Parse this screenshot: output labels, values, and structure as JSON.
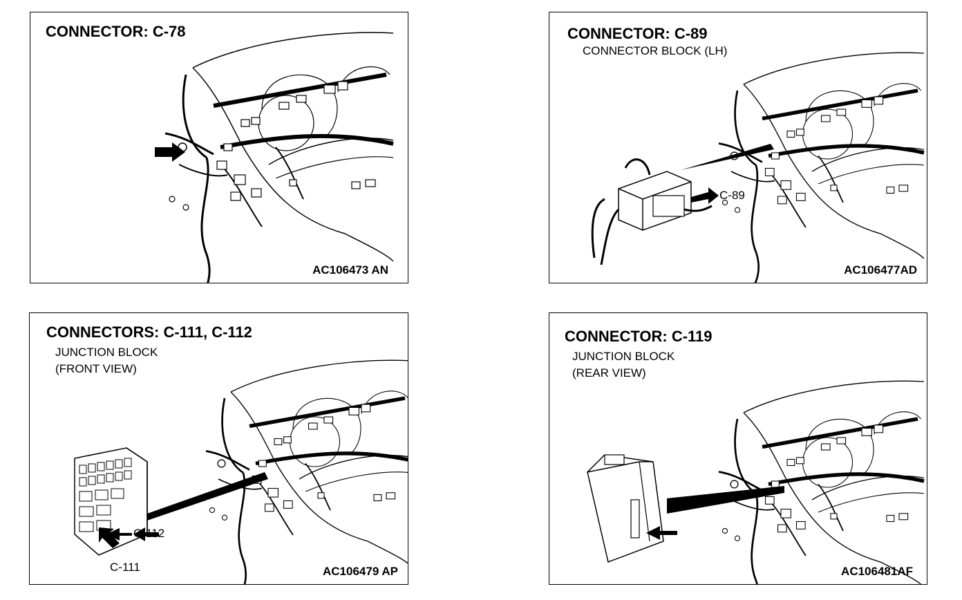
{
  "panels": [
    {
      "title": "CONNECTOR: C-78",
      "subtitle_lines": [],
      "figure_code": "AC106473 AN",
      "callouts": []
    },
    {
      "title": "CONNECTOR: C-89",
      "subtitle_lines": [
        "CONNECTOR BLOCK (LH)"
      ],
      "figure_code": "AC106477AD",
      "callouts": [
        "C-89"
      ]
    },
    {
      "title": "CONNECTORS: C-111, C-112",
      "subtitle_lines": [
        "JUNCTION BLOCK",
        "(FRONT VIEW)"
      ],
      "figure_code": "AC106479 AP",
      "callouts": [
        "C-112",
        "C-111"
      ]
    },
    {
      "title": "CONNECTOR: C-119",
      "subtitle_lines": [
        "JUNCTION BLOCK",
        "(REAR VIEW)"
      ],
      "figure_code": "AC106481AF",
      "callouts": []
    }
  ]
}
